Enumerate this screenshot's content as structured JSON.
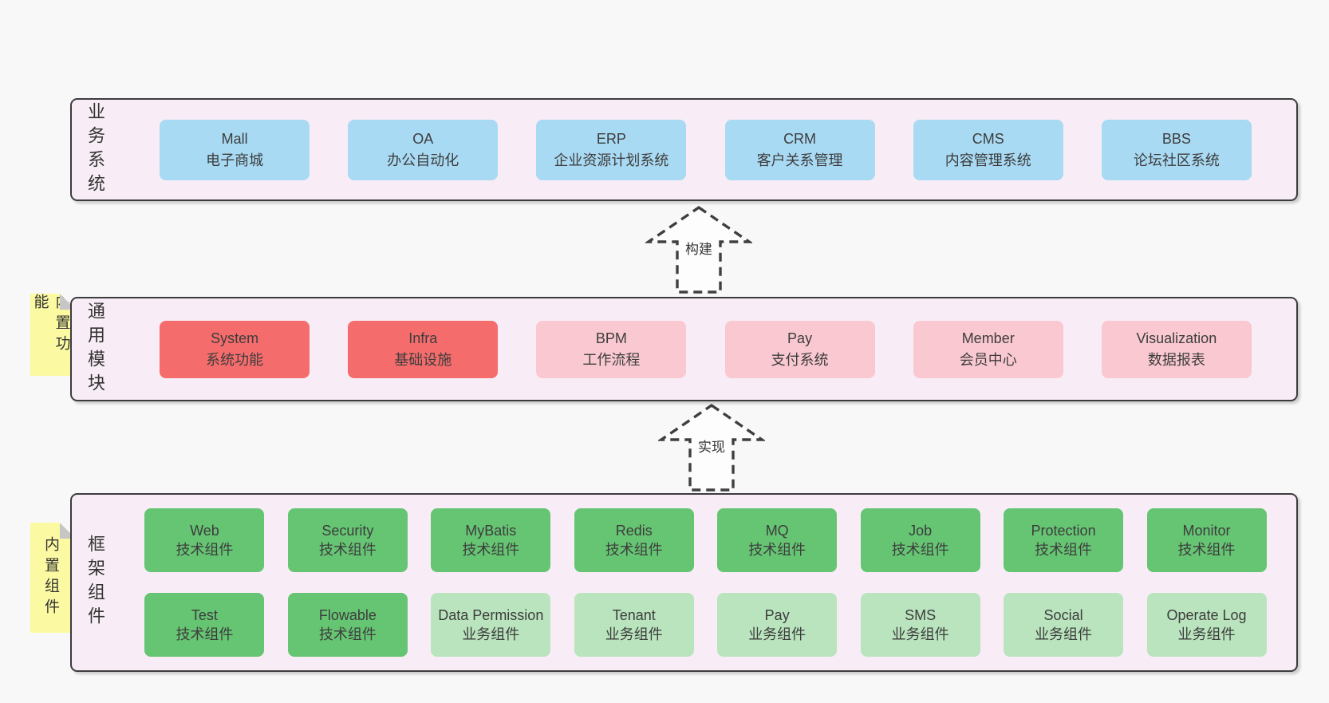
{
  "palette": {
    "background": "#f8f8f8",
    "layer_fill": "#f8edf6",
    "layer_border": "#3c3c3c",
    "blue": "#a9daf3",
    "red": "#f56c6c",
    "pink": "#f9c8d0",
    "green": "#66c573",
    "lightgreen": "#b9e4bd",
    "yellow": "#fbfaa2",
    "fold_gray": "#c6c6c6",
    "text": "#3d3d3d",
    "arrow_line": "#3f3f3f",
    "arrow_fill": "#fdfdfd"
  },
  "layers": [
    {
      "id": "business-systems",
      "label": "业务系统",
      "note": null,
      "rows": [
        [
          {
            "name": "Mall",
            "desc": "电子商城",
            "type": "blue"
          },
          {
            "name": "OA",
            "desc": "办公自动化",
            "type": "blue"
          },
          {
            "name": "ERP",
            "desc": "企业资源计划系统",
            "type": "blue"
          },
          {
            "name": "CRM",
            "desc": "客户关系管理",
            "type": "blue"
          },
          {
            "name": "CMS",
            "desc": "内容管理系统",
            "type": "blue"
          },
          {
            "name": "BBS",
            "desc": "论坛社区系统",
            "type": "blue"
          }
        ]
      ]
    },
    {
      "id": "common-modules",
      "label": "通用模块",
      "note": "内置功能",
      "rows": [
        [
          {
            "name": "System",
            "desc": "系统功能",
            "type": "red"
          },
          {
            "name": "Infra",
            "desc": "基础设施",
            "type": "red"
          },
          {
            "name": "BPM",
            "desc": "工作流程",
            "type": "pink"
          },
          {
            "name": "Pay",
            "desc": "支付系统",
            "type": "pink"
          },
          {
            "name": "Member",
            "desc": "会员中心",
            "type": "pink"
          },
          {
            "name": "Visualization",
            "desc": "数据报表",
            "type": "pink"
          }
        ]
      ]
    },
    {
      "id": "framework-components",
      "label": "框架组件",
      "note": "内置组件",
      "rows": [
        [
          {
            "name": "Web",
            "desc": "技术组件",
            "type": "green"
          },
          {
            "name": "Security",
            "desc": "技术组件",
            "type": "green"
          },
          {
            "name": "MyBatis",
            "desc": "技术组件",
            "type": "green"
          },
          {
            "name": "Redis",
            "desc": "技术组件",
            "type": "green"
          },
          {
            "name": "MQ",
            "desc": "技术组件",
            "type": "green"
          },
          {
            "name": "Job",
            "desc": "技术组件",
            "type": "green"
          },
          {
            "name": "Protection",
            "desc": "技术组件",
            "type": "green"
          },
          {
            "name": "Monitor",
            "desc": "技术组件",
            "type": "green"
          }
        ],
        [
          {
            "name": "Test",
            "desc": "技术组件",
            "type": "green"
          },
          {
            "name": "Flowable",
            "desc": "技术组件",
            "type": "green"
          },
          {
            "name": "Data Permission",
            "desc": "业务组件",
            "type": "lightgreen"
          },
          {
            "name": "Tenant",
            "desc": "业务组件",
            "type": "lightgreen"
          },
          {
            "name": "Pay",
            "desc": "业务组件",
            "type": "lightgreen"
          },
          {
            "name": "SMS",
            "desc": "业务组件",
            "type": "lightgreen"
          },
          {
            "name": "Social",
            "desc": "业务组件",
            "type": "lightgreen"
          },
          {
            "name": "Operate Log",
            "desc": "业务组件",
            "type": "lightgreen"
          }
        ]
      ]
    }
  ],
  "arrows": [
    {
      "label": "构建"
    },
    {
      "label": "实现"
    }
  ]
}
